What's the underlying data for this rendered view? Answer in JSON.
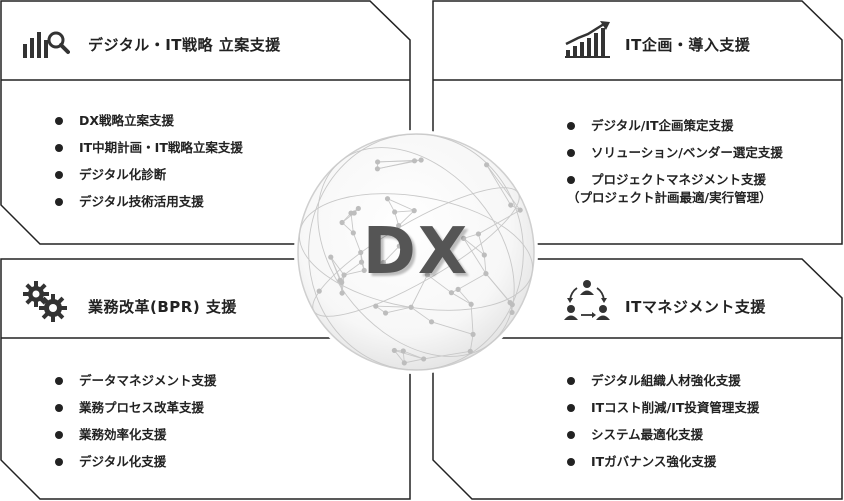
{
  "panels": {
    "top_left": {
      "title": "デジタル・IT戦略 立案支援",
      "icon": "chart-search-icon",
      "items": [
        "DX戦略立案支援",
        "IT中期計画・IT戦略立案支援",
        "デジタル化診断",
        "デジタル技術活用支援"
      ]
    },
    "top_right": {
      "title": "IT企画・導入支援",
      "icon": "growth-chart-icon",
      "items": [
        "デジタル/IT企画策定支援",
        "ソリューション/ベンダー選定支援",
        "プロジェクトマネジメント支援"
      ],
      "item_sub": "（プロジェクト計画最適/実行管理）"
    },
    "bottom_left": {
      "title": "業務改革(BPR) 支援",
      "icon": "gears-icon",
      "items": [
        "データマネジメント支援",
        "業務プロセス改革支援",
        "業務効率化支援",
        "デジタル化支援"
      ]
    },
    "bottom_right": {
      "title": "ITマネジメント支援",
      "icon": "team-cycle-icon",
      "items": [
        "デジタル組織人材強化支援",
        "ITコスト削減/IT投資管理支援",
        "システム最適化支援",
        "ITガバナンス強化支援"
      ]
    }
  },
  "center": {
    "label": "DX"
  },
  "colors": {
    "border": "#222222",
    "text": "#222222",
    "globe_line": "#c8c8c8"
  }
}
